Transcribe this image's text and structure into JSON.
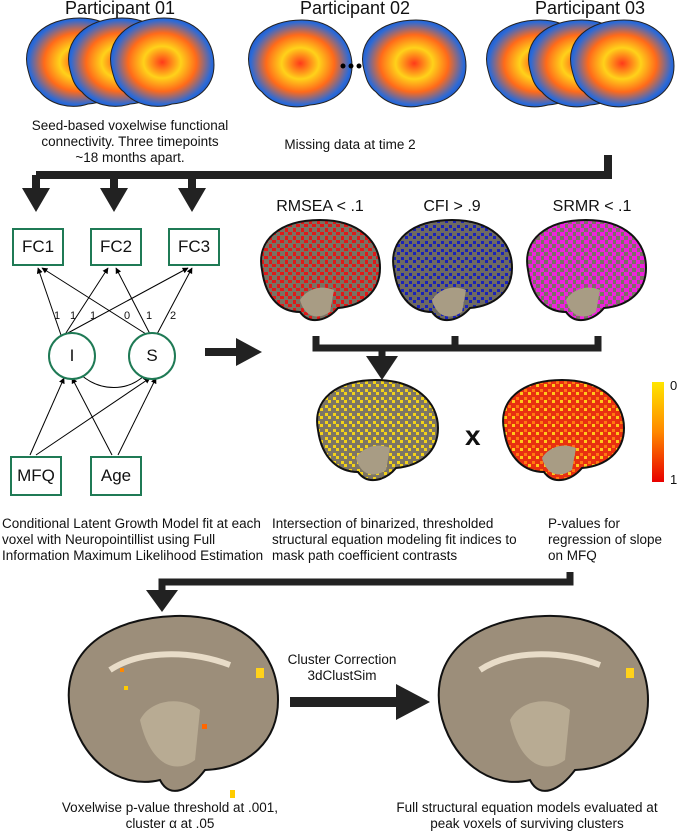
{
  "participants": [
    "Participant 01",
    "Participant 02",
    "Participant 03"
  ],
  "captions": {
    "seed": "Seed-based voxelwise functional connectivity. Three timepoints ~18 months apart.",
    "missing": "Missing data at time 2",
    "lgm": "Conditional Latent Growth Model fit at each voxel with Neuropointillist using Full Information Maximum Likelihood Estimation",
    "intersection": "Intersection of binarized, thresholded structural equation modeling fit indices to mask path coefficient contrasts",
    "pvalues": "P-values for regression of slope on MFQ",
    "cluster": "Cluster Correction 3dClustSim",
    "voxelwise": "Voxelwise p-value threshold at .001, cluster α at .05",
    "full_sem": "Full structural equation models evaluated at peak voxels of surviving clusters"
  },
  "fit_indices": [
    "RMSEA < .1",
    "CFI > .9",
    "SRMR < .1"
  ],
  "model": {
    "observed": [
      "FC1",
      "FC2",
      "FC3"
    ],
    "latent": [
      "I",
      "S"
    ],
    "covariates": [
      "MFQ",
      "Age"
    ],
    "loadings": [
      "1",
      "1",
      "1",
      "0",
      "1",
      "2"
    ]
  },
  "multiply_symbol": "x",
  "colorbar": {
    "top": "0",
    "bottom": "1"
  },
  "colors": {
    "green": "#1f7a55",
    "rmsea": "#e01818",
    "cfi": "#1a22b8",
    "srmr": "#ee22dd",
    "mask": "#f2d21a",
    "brain": "#9c8e7a"
  }
}
